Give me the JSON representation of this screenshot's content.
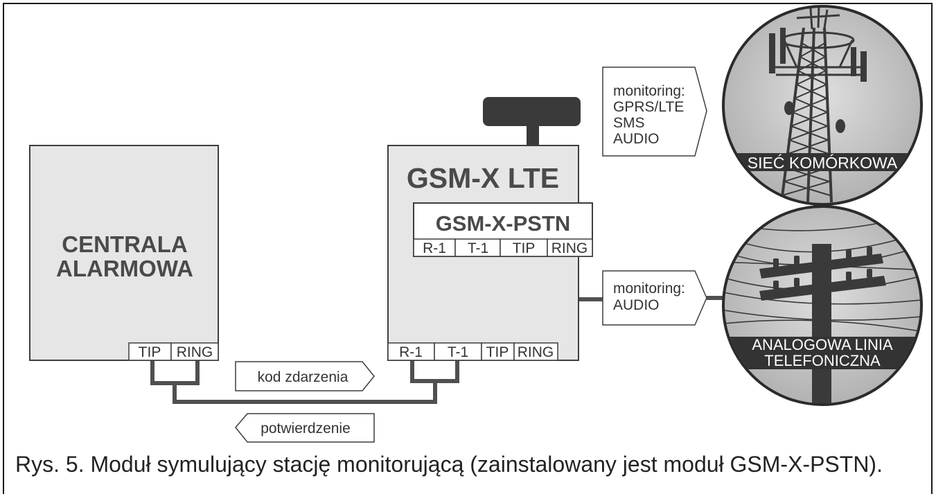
{
  "diagram": {
    "central_unit": {
      "title_lines": [
        "CENTRALA",
        "ALARMOWA"
      ],
      "terminals": [
        "TIP",
        "RING"
      ]
    },
    "gsm_module": {
      "title": "GSM-X LTE",
      "terminals": [
        "R-1",
        "T-1",
        "TIP",
        "RING"
      ],
      "antenna_icon": "antenna-icon"
    },
    "pstn_module": {
      "title": "GSM-X-PSTN",
      "terminals": [
        "R-1",
        "T-1",
        "TIP",
        "RING"
      ]
    },
    "messages": {
      "event_code": "kod zdarzenia",
      "acknowledgement": "potwierdzenie"
    },
    "cellular_monitoring": {
      "lines": [
        "monitoring:",
        "GPRS/LTE",
        "SMS",
        "AUDIO"
      ]
    },
    "phone_monitoring": {
      "lines": [
        "monitoring:",
        "AUDIO"
      ]
    },
    "cellular_network": {
      "label": "SIEĆ KOMÓRKOWA",
      "icon": "cell-tower-icon"
    },
    "phone_line": {
      "label_lines": [
        "ANALOGOWA LINIA",
        "TELEFONICZNA"
      ],
      "icon": "telephone-pole-icon"
    }
  },
  "caption": "Rys. 5. Moduł symulujący stację monitorującą (zainstalowany jest moduł GSM-X-PSTN).",
  "colors": {
    "device_fill": "#e6e6e6",
    "terminal_fill": "#ffffff",
    "wire": "#505050",
    "dark": "#3a3a3a",
    "label_band": "#333333",
    "circle_light": "#dedede",
    "circle_dark": "#b2b2b2"
  }
}
